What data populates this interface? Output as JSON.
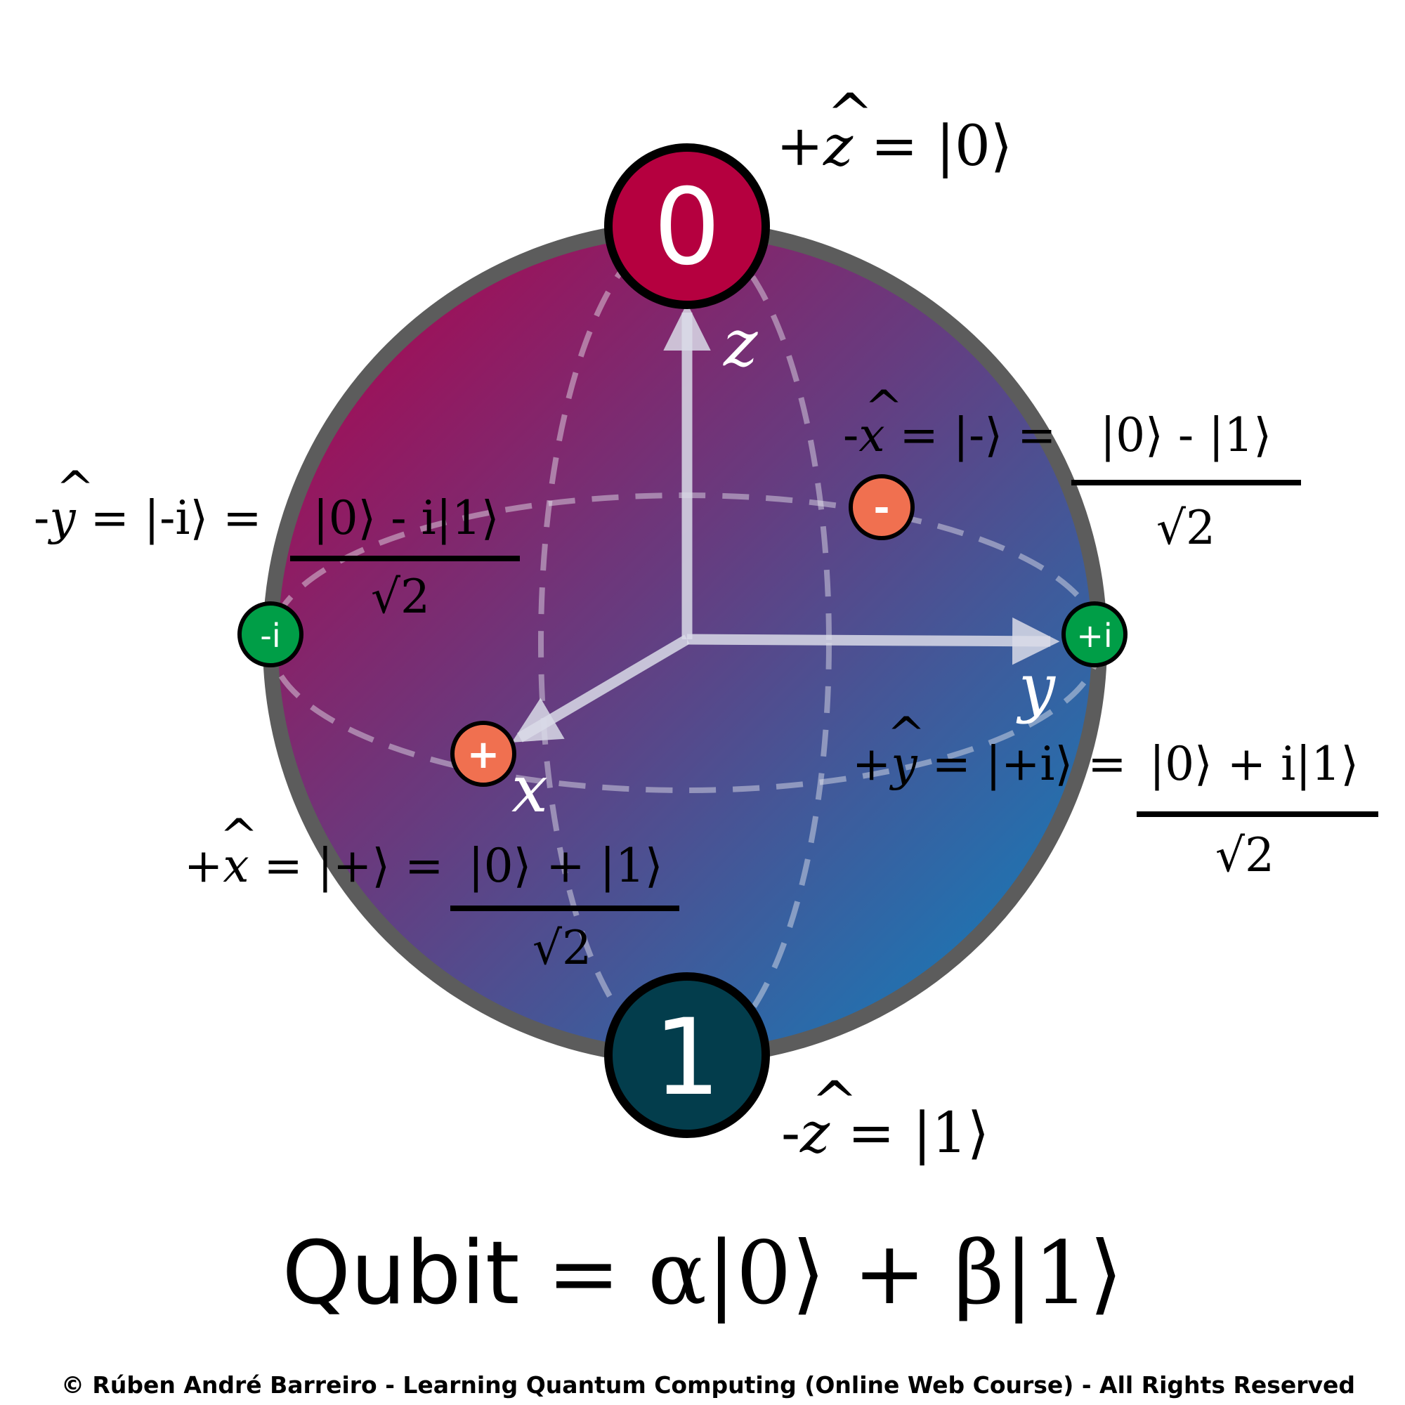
{
  "colors": {
    "sphere_top_left": "#b3004a",
    "sphere_bottom_right": "#0a84c0",
    "sphere_rim": "#5c5c5c",
    "state_zero_fill": "#b5003f",
    "state_one_fill": "#033d4c",
    "plus_minus_fill": "#f07050",
    "i_state_fill": "#009e47",
    "axis_color": "#d9dbe8"
  },
  "poles": {
    "zero_label": "0",
    "one_label": "1"
  },
  "points": {
    "minus_label": "-",
    "plus_label": "+",
    "minus_i_label": "-i",
    "plus_i_label": "+i"
  },
  "axes": {
    "z_label": "z",
    "y_label": "y",
    "x_label": "x"
  },
  "equations": {
    "plus_z": {
      "sign": "+",
      "var": "z",
      "rest": " = |0⟩"
    },
    "minus_z": {
      "sign": "-",
      "var": "z",
      "rest": " = |1⟩"
    },
    "minus_x": {
      "sign": "-",
      "var": "x",
      "rest": " = |-⟩ = ",
      "numerator": "|0⟩ - |1⟩",
      "denominator": "√2"
    },
    "plus_x": {
      "sign": "+",
      "var": "x",
      "rest": " = |+⟩ = ",
      "numerator": "|0⟩ + |1⟩",
      "denominator": "√2"
    },
    "minus_y": {
      "sign": "-",
      "var": "y",
      "rest": " = |-i⟩ = ",
      "numerator": "|0⟩ - i|1⟩",
      "denominator": "√2"
    },
    "plus_y": {
      "sign": "+",
      "var": "y",
      "rest": " = |+i⟩ = ",
      "numerator": "|0⟩ + i|1⟩",
      "denominator": "√2"
    },
    "hat": "^"
  },
  "qubit_formula": {
    "word": "Qubit",
    "rest": " = α|0⟩ + β|1⟩"
  },
  "copyright": "© Rúben André Barreiro - Learning Quantum Computing (Online Web Course) - All Rights Reserved"
}
